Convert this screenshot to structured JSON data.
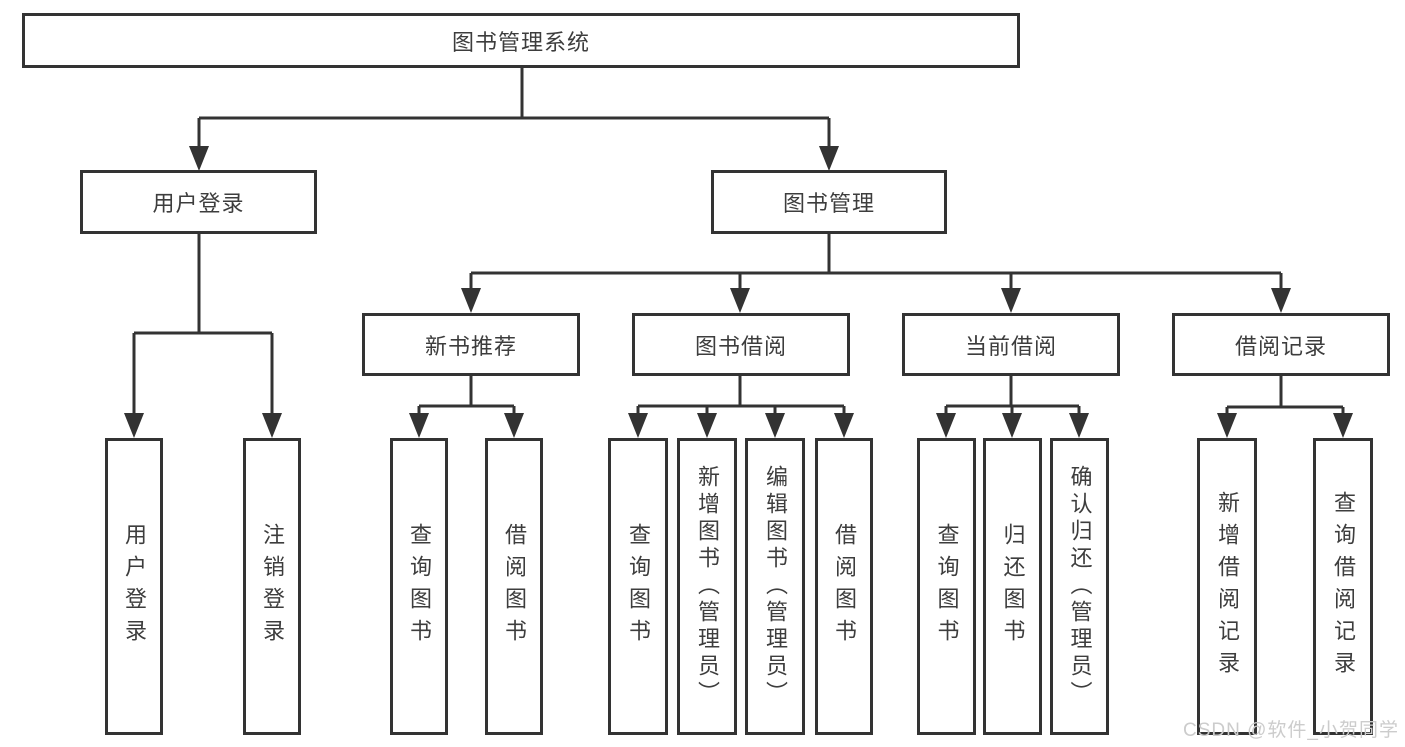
{
  "tree": {
    "root": {
      "label": "图书管理系统",
      "children": [
        {
          "label": "用户登录",
          "children": [
            {
              "label": "用户登录"
            },
            {
              "label": "注销登录"
            }
          ]
        },
        {
          "label": "图书管理",
          "children": [
            {
              "label": "新书推荐",
              "children": [
                {
                  "label": "查询图书"
                },
                {
                  "label": "借阅图书"
                }
              ]
            },
            {
              "label": "图书借阅",
              "children": [
                {
                  "label": "查询图书"
                },
                {
                  "label": "新增图书（管理员）"
                },
                {
                  "label": "编辑图书（管理员）"
                },
                {
                  "label": "借阅图书"
                }
              ]
            },
            {
              "label": "当前借阅",
              "children": [
                {
                  "label": "查询图书"
                },
                {
                  "label": "归还图书"
                },
                {
                  "label": "确认归还（管理员）"
                }
              ]
            },
            {
              "label": "借阅记录",
              "children": [
                {
                  "label": "新增借阅记录"
                },
                {
                  "label": "查询借阅记录"
                }
              ]
            }
          ]
        }
      ]
    }
  },
  "watermark": {
    "text": "CSDN @软件_小贺同学"
  },
  "colors": {
    "line": "#333333",
    "box_border": "#333333",
    "text": "#3d3d3d",
    "watermark_text": "#cccccc",
    "background": "#ffffff"
  }
}
